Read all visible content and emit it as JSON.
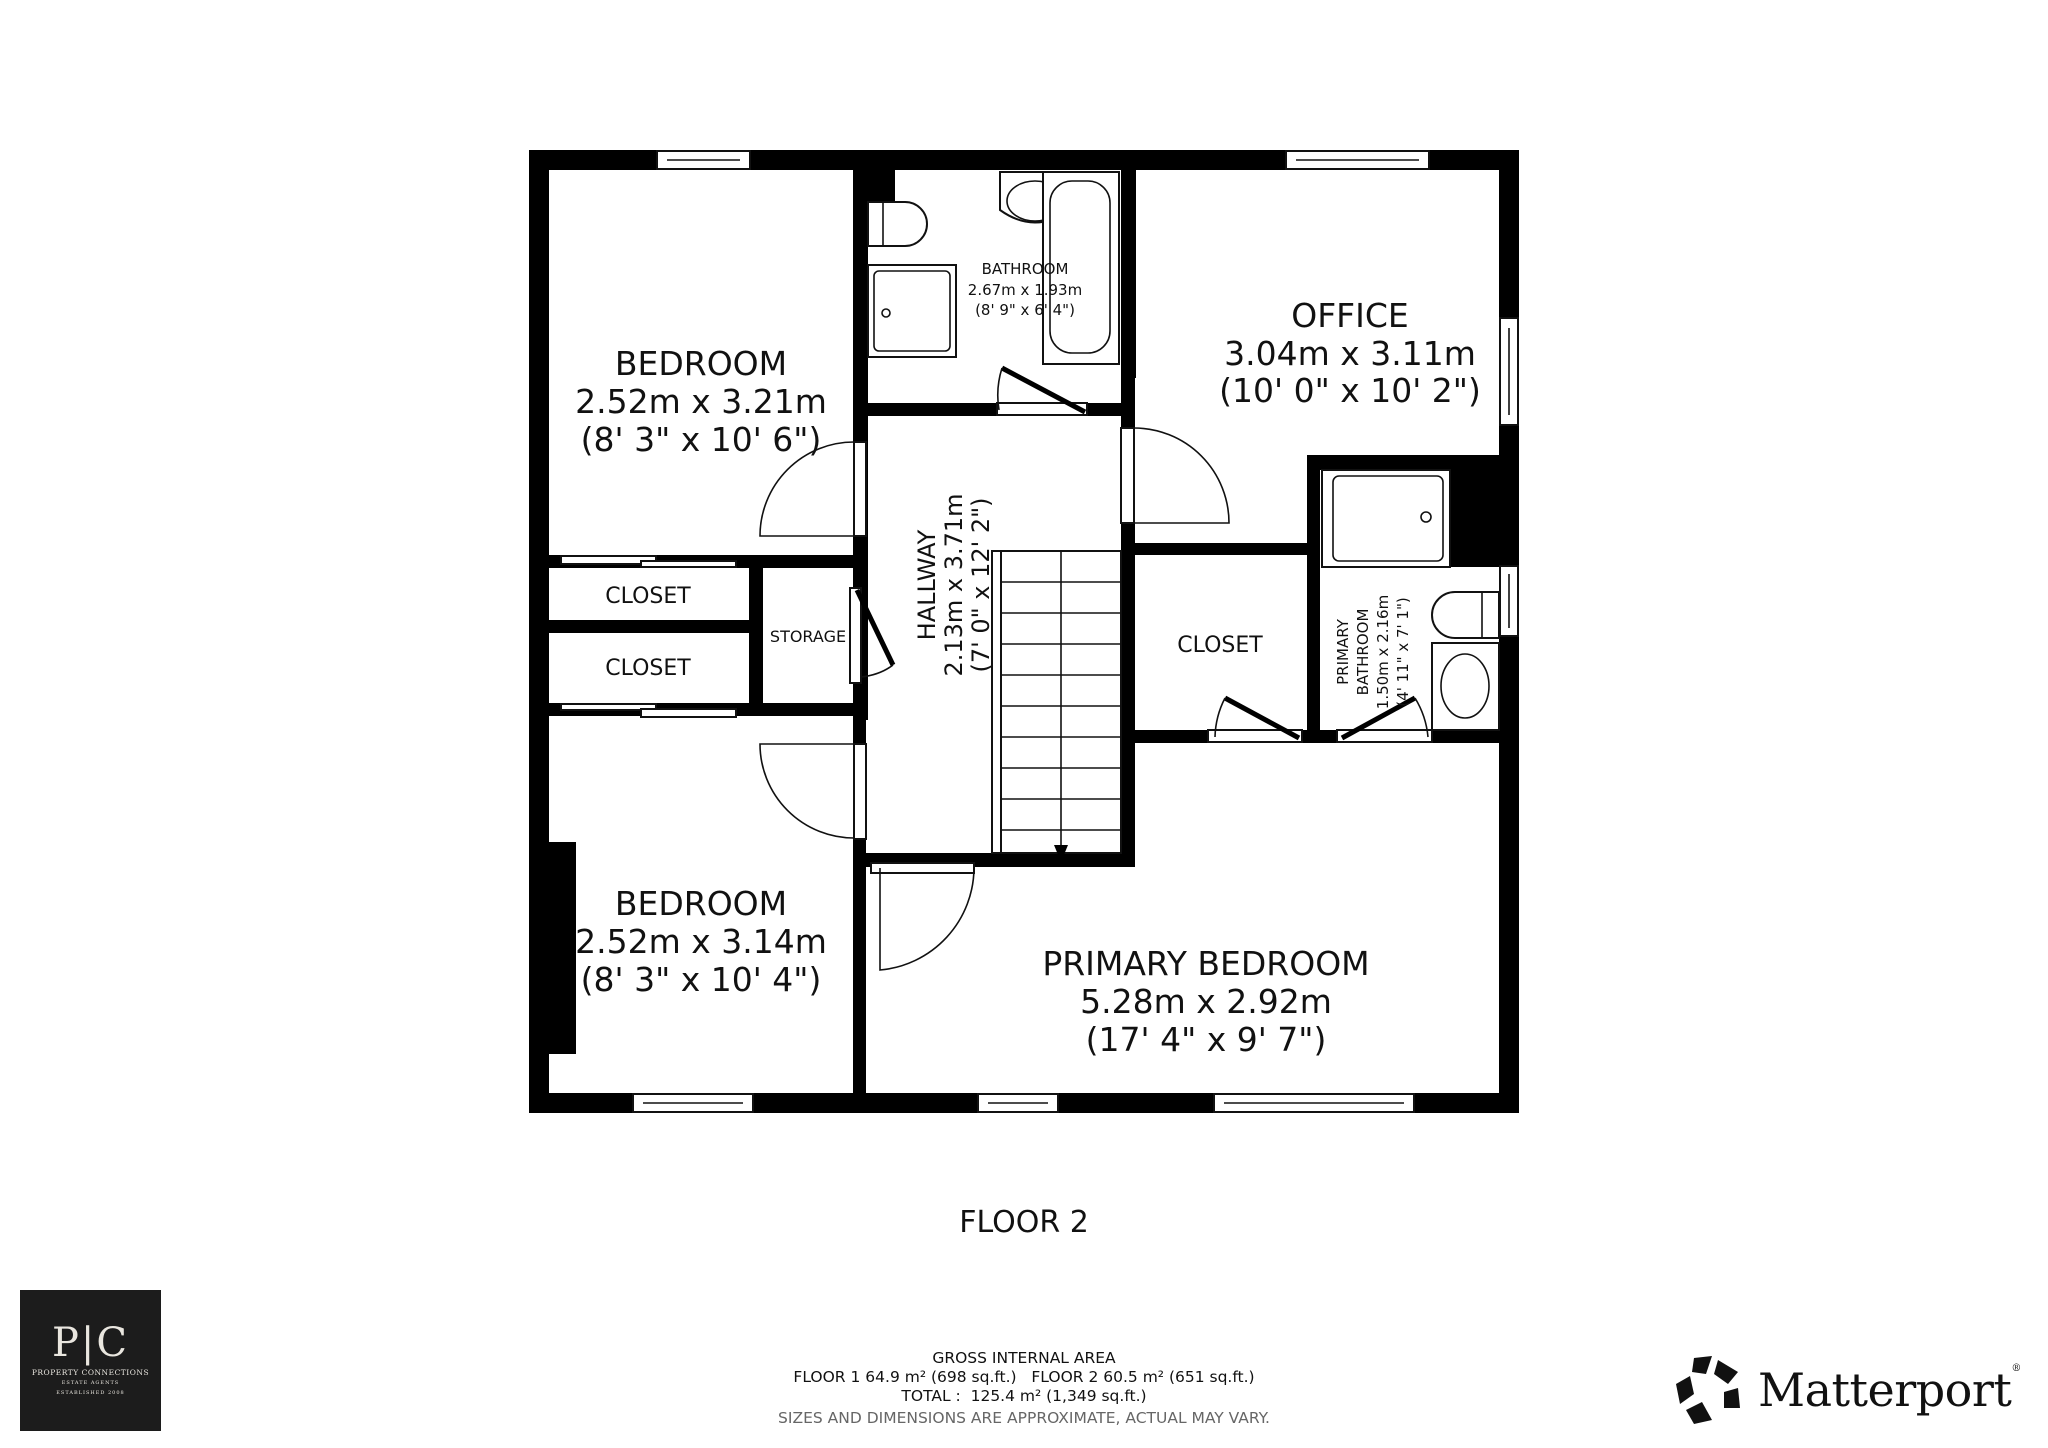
{
  "floor_label": "FLOOR 2",
  "rooms": {
    "bedroom_top": {
      "name": "BEDROOM",
      "metric": "2.52m x 3.21m",
      "imperial": "(8' 3\" x 10' 6\")"
    },
    "bathroom": {
      "name": "BATHROOM",
      "metric": "2.67m x 1.93m",
      "imperial": "(8' 9\" x 6' 4\")"
    },
    "office": {
      "name": "OFFICE",
      "metric": "3.04m x 3.11m",
      "imperial": "(10' 0\" x 10' 2\")"
    },
    "hallway": {
      "name": "HALLWAY",
      "metric": "2.13m x 3.71m",
      "imperial": "(7' 0\" x 12' 2\")"
    },
    "closet_upper": {
      "name": "CLOSET"
    },
    "closet_lower": {
      "name": "CLOSET"
    },
    "storage": {
      "name": "STORAGE"
    },
    "closet_right": {
      "name": "CLOSET"
    },
    "primary_bathroom": {
      "name_line1": "PRIMARY",
      "name_line2": "BATHROOM",
      "metric": "1.50m x 2.16m",
      "imperial": "(4' 11\" x 7' 1\")"
    },
    "bedroom_bottom": {
      "name": "BEDROOM",
      "metric": "2.52m x 3.14m",
      "imperial": "(8' 3\" x 10' 4\")"
    },
    "primary_bedroom": {
      "name": "PRIMARY BEDROOM",
      "metric": "5.28m x 2.92m",
      "imperial": "(17' 4\" x 9' 7\")"
    }
  },
  "area_summary": {
    "heading": "GROSS INTERNAL AREA",
    "floors_line": "FLOOR 1 64.9 m² (698 sq.ft.)   FLOOR 2 60.5 m² (651 sq.ft.)",
    "total_line": "TOTAL :  125.4 m² (1,349 sq.ft.)",
    "disclaimer": "SIZES AND DIMENSIONS ARE APPROXIMATE, ACTUAL MAY VARY."
  },
  "agent_logo": {
    "monogram": "P|C",
    "name": "PROPERTY CONNECTIONS",
    "tagline": "ESTATE AGENTS",
    "established": "ESTABLISHED 2008"
  },
  "matterport_logo": {
    "wordmark": "Matterport",
    "mark": "®"
  },
  "colors": {
    "wall": "#000000",
    "background": "#ffffff",
    "text": "#111111",
    "disclaimer": "#666666",
    "agent_logo_bg": "#1c1c1c"
  }
}
